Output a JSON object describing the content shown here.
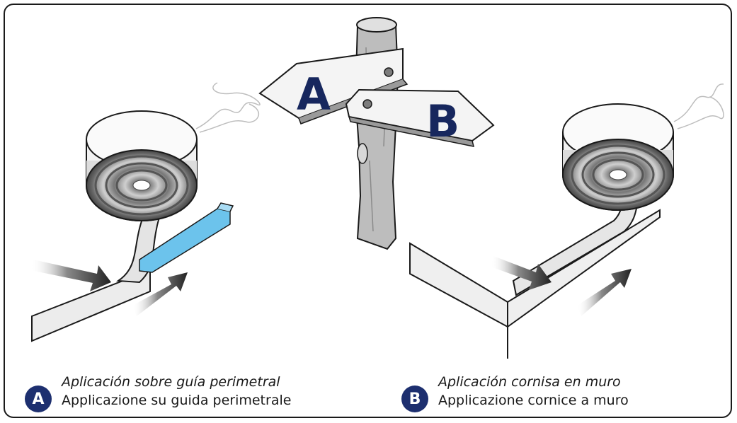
{
  "signpost": {
    "left_sign": "A",
    "right_sign": "B"
  },
  "captions": {
    "a": {
      "badge": "A",
      "spanish": "Aplicación sobre guía perimetral",
      "italian": "Applicazione su guida perimetrale"
    },
    "b": {
      "badge": "B",
      "spanish": "Aplicación cornisa en muro",
      "italian": "Applicazione cornice a muro"
    }
  },
  "colors": {
    "badge_fill": "#1d2f6f",
    "sign_letter": "#17275e",
    "guide_rail": "#6cc3ec",
    "arrow": "#2b2b2b"
  }
}
